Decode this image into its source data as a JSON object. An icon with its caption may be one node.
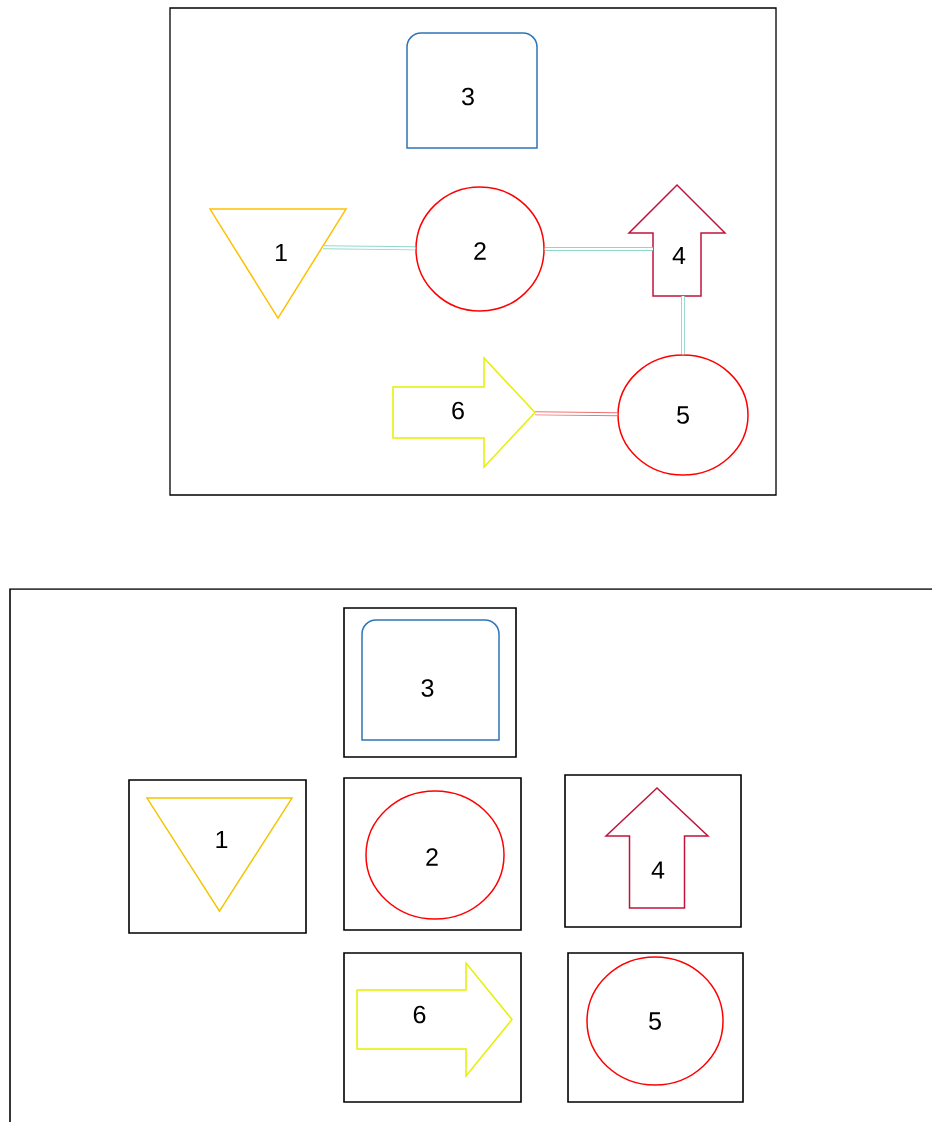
{
  "diagram": {
    "nodes": [
      {
        "text": [
          "3"
        ]
      },
      {
        "text": [
          "1"
        ]
      },
      {
        "text": [
          "2"
        ]
      },
      {
        "text": [
          "4"
        ]
      },
      {
        "text": [
          "6"
        ]
      },
      {
        "text": [
          "5"
        ]
      },
      {
        "text": [],
        "shape": "box"
      },
      {
        "text": [
          "3"
        ],
        "in": 6
      },
      {
        "text": [],
        "shape": "box"
      },
      {
        "text": [
          "1"
        ],
        "in": 8
      },
      {
        "text": [],
        "shape": "box"
      },
      {
        "text": [
          "2"
        ],
        "in": 10
      },
      {
        "text": [],
        "shape": "box"
      },
      {
        "text": [
          "4"
        ],
        "in": 12
      },
      {
        "text": [],
        "shape": "box"
      },
      {
        "text": [
          "6"
        ],
        "in": 14
      },
      {
        "text": [],
        "shape": "box"
      },
      {
        "text": [
          "5"
        ],
        "in": 16
      }
    ],
    "edges": [
      {
        "from": 1,
        "to": 2,
        "arrow": "none"
      },
      {
        "from": 2,
        "to": 3,
        "arrow": "none"
      },
      {
        "from": 5,
        "to": 3,
        "arrow": "none"
      },
      {
        "from": 4,
        "to": 5,
        "arrow": "none",
        "color": "#f07070"
      }
    ]
  }
}
